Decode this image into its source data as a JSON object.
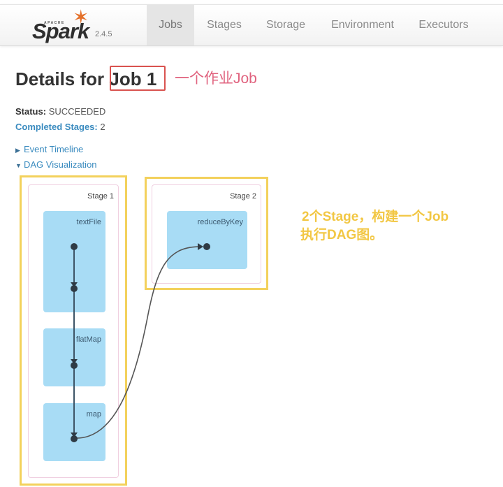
{
  "navbar": {
    "brand": {
      "apache": "APACHE",
      "name": "Spark",
      "version": "2.4.5"
    },
    "tabs": [
      {
        "label": "Jobs",
        "active": true
      },
      {
        "label": "Stages",
        "active": false
      },
      {
        "label": "Storage",
        "active": false
      },
      {
        "label": "Environment",
        "active": false
      },
      {
        "label": "Executors",
        "active": false
      }
    ]
  },
  "page": {
    "title_prefix": "Details for ",
    "title_job": "Job 1",
    "status_label": "Status:",
    "status_value": "SUCCEEDED",
    "completed_label": "Completed Stages:",
    "completed_value": "2",
    "toggles": [
      {
        "label": "Event Timeline",
        "expanded": false
      },
      {
        "label": "DAG Visualization",
        "expanded": true
      }
    ]
  },
  "dag": {
    "stages": [
      {
        "label": "Stage 1",
        "rdds": [
          "textFile",
          "flatMap",
          "map"
        ]
      },
      {
        "label": "Stage 2",
        "rdds": [
          "reduceByKey"
        ]
      }
    ]
  },
  "annotations": {
    "job_note": "一个作业Job",
    "dag_note_line1": "2个Stage，构建一个Job",
    "dag_note_line2": "执行DAG图。"
  },
  "colors": {
    "annotation_red": "#e0627e",
    "annotation_yellow": "#f2c744",
    "highlight_box": "#d9534f",
    "stage_border": "#f3d15c",
    "rdd_fill": "#a8dcf5",
    "link": "#3a8bbf"
  }
}
